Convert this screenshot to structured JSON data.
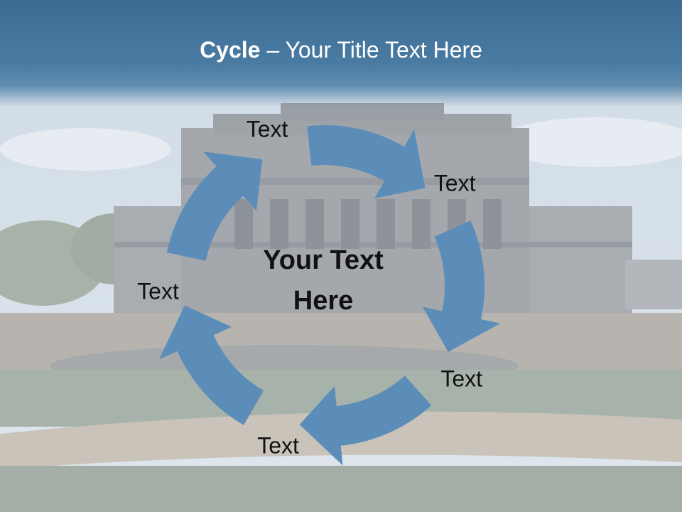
{
  "slide": {
    "title_bold": "Cycle",
    "title_rest": " – Your Title Text Here",
    "center_text": "Your Text Here"
  },
  "cycle": {
    "nodes": [
      {
        "label": "Text"
      },
      {
        "label": "Text"
      },
      {
        "label": "Text"
      },
      {
        "label": "Text"
      },
      {
        "label": "Text"
      }
    ]
  },
  "colors": {
    "title_bar": "#4a7ba3",
    "arrow_fill": "#5b8db8",
    "title_text": "#ffffff",
    "label_text": "#111111"
  }
}
